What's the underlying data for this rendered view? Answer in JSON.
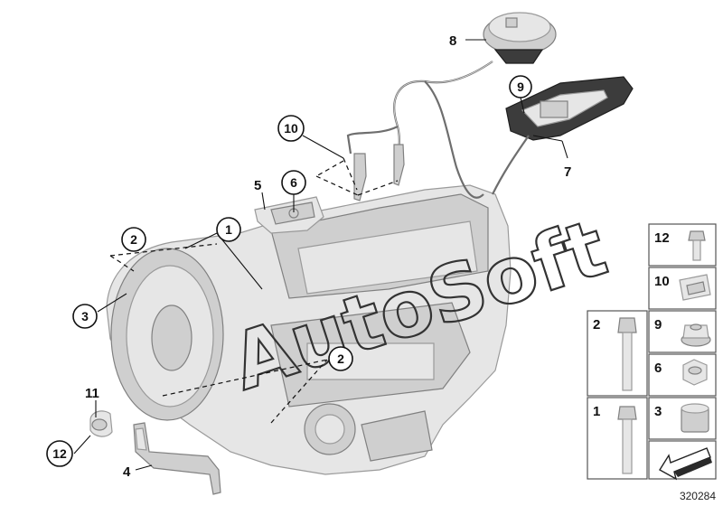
{
  "callouts": {
    "c1": "1",
    "c2a": "2",
    "c2b": "2",
    "c3": "3",
    "c4": "4",
    "c5": "5",
    "c6": "6",
    "c7": "7",
    "c8": "8",
    "c9": "9",
    "c10": "10",
    "c11": "11",
    "c12": "12"
  },
  "legend": {
    "r1": "12",
    "r2": "10",
    "r3a": "2",
    "r3b": "9",
    "r4": "6",
    "r5a": "1",
    "r5b": "3"
  },
  "watermark": "AutoSoft",
  "reference_number": "320284"
}
